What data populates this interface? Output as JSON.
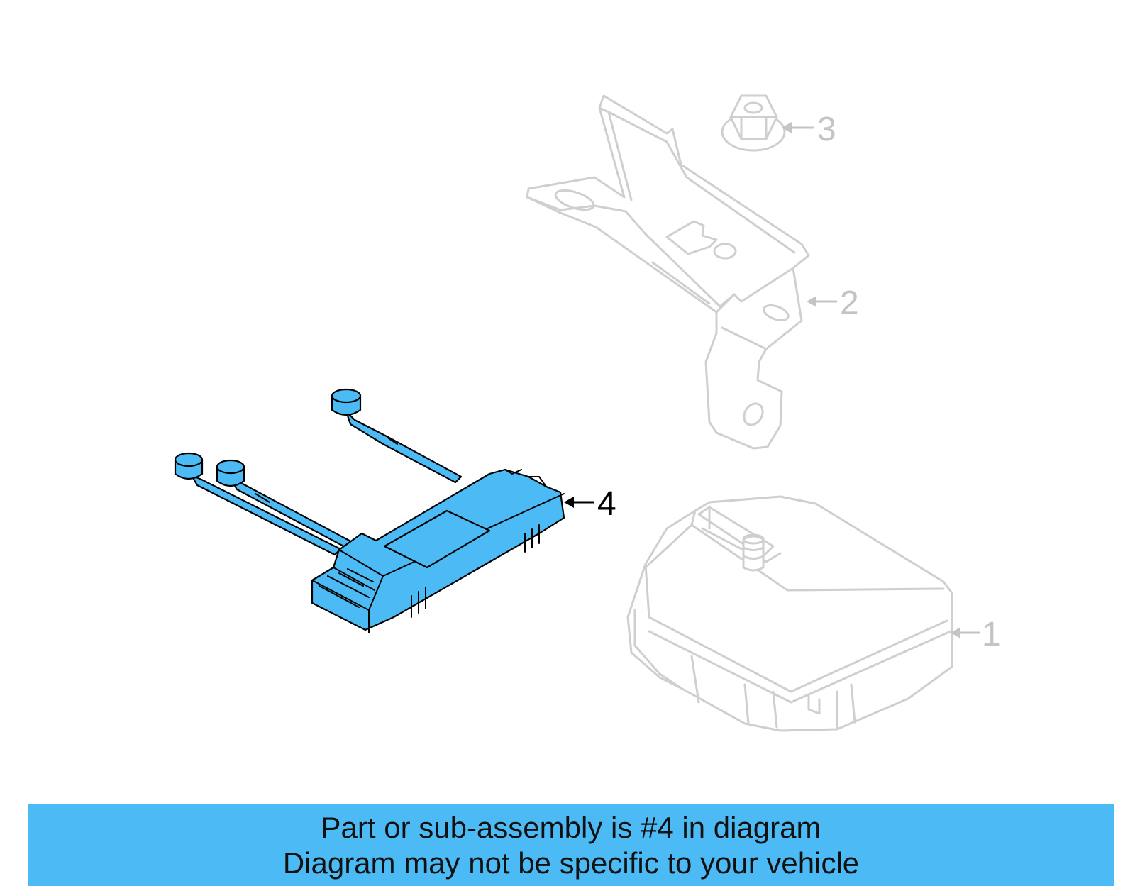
{
  "callouts": {
    "c1": "1",
    "c2": "2",
    "c3": "3",
    "c4": "4"
  },
  "banner": {
    "line1": "Part or sub-assembly is #4 in diagram",
    "line2": "Diagram may not be specific to your vehicle"
  },
  "colors": {
    "highlight": "#4cbbf5",
    "ghost": "#cfcfcf"
  }
}
